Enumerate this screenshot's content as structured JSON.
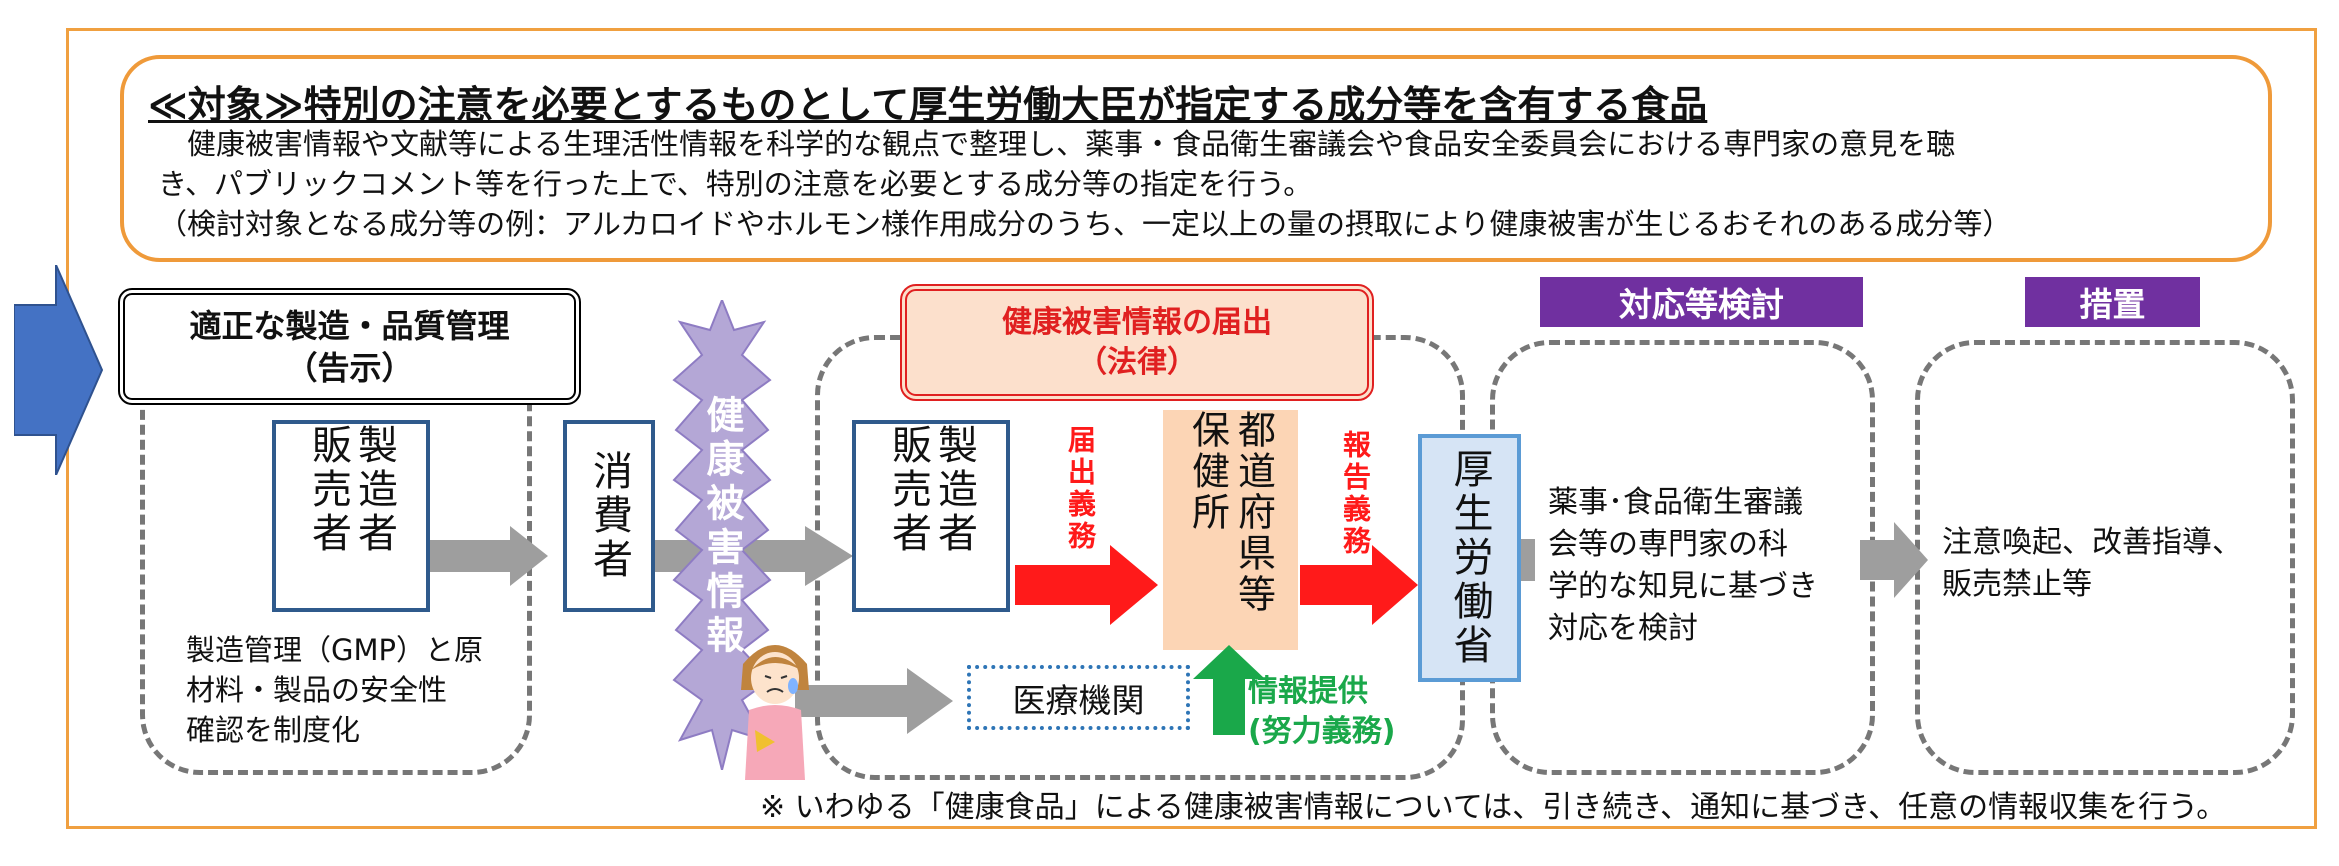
{
  "target": {
    "title": "≪対象≫特別の注意を必要とするものとして厚生労働大臣が指定する成分等を含有する食品",
    "lines": [
      "　健康被害情報や文献等による生理活性情報を科学的な観点で整理し、薬事・食品衛生審議会や食品安全委員会における専門家の意見を聴",
      "き、パブリックコメント等を行った上で、特別の注意を必要とする成分等の指定を行う。",
      "（検討対象となる成分等の例：アルカロイドやホルモン様作用成分のうち、一定以上の量の摂取により健康被害が生じるおそれのある成分等）"
    ]
  },
  "manufacturing": {
    "header_line1": "適正な製造・品質管理",
    "header_line2": "（告示）",
    "seller": "製造者 販売者",
    "note_lines": [
      "製造管理（GMP）と原",
      "材料・製品の安全性",
      "確認を制度化"
    ]
  },
  "consumer": "消費者",
  "health_info": "健康被害情報",
  "reporting": {
    "header_line1": "健康被害情報の届出",
    "header_line2": "（法律）",
    "seller": "製造者 販売者",
    "duty_notify": "届出義務",
    "prefecture": "都道府県等 保健所",
    "duty_report": "報告義務",
    "medical": "医療機関",
    "info_provide_line1": "情報提供",
    "info_provide_line2": "(努力義務)"
  },
  "ministry": "厚生労働省",
  "review": {
    "label": "対応等検討",
    "text_lines": [
      "薬事･食品衛生審議",
      "会等の専門家の科",
      "学的な知見に基づき",
      "対応を検討"
    ]
  },
  "measures": {
    "label": "措置",
    "text_lines": [
      "注意喚起、改善指導、",
      "販売禁止等"
    ]
  },
  "footnote": "※ いわゆる「健康食品」による健康被害情報については、引き続き、通知に基づき、任意の情報収集を行う。",
  "colors": {
    "orange": "#ef9a3a",
    "purple": "#7030a0",
    "red": "#ff1a1a",
    "green": "#1aa84a",
    "blue_arrow": "#4472c4",
    "navy_box": "#2f5a8c",
    "ministry_fill": "#d6e4f5",
    "prefecture_fill": "#fcd5b5"
  }
}
